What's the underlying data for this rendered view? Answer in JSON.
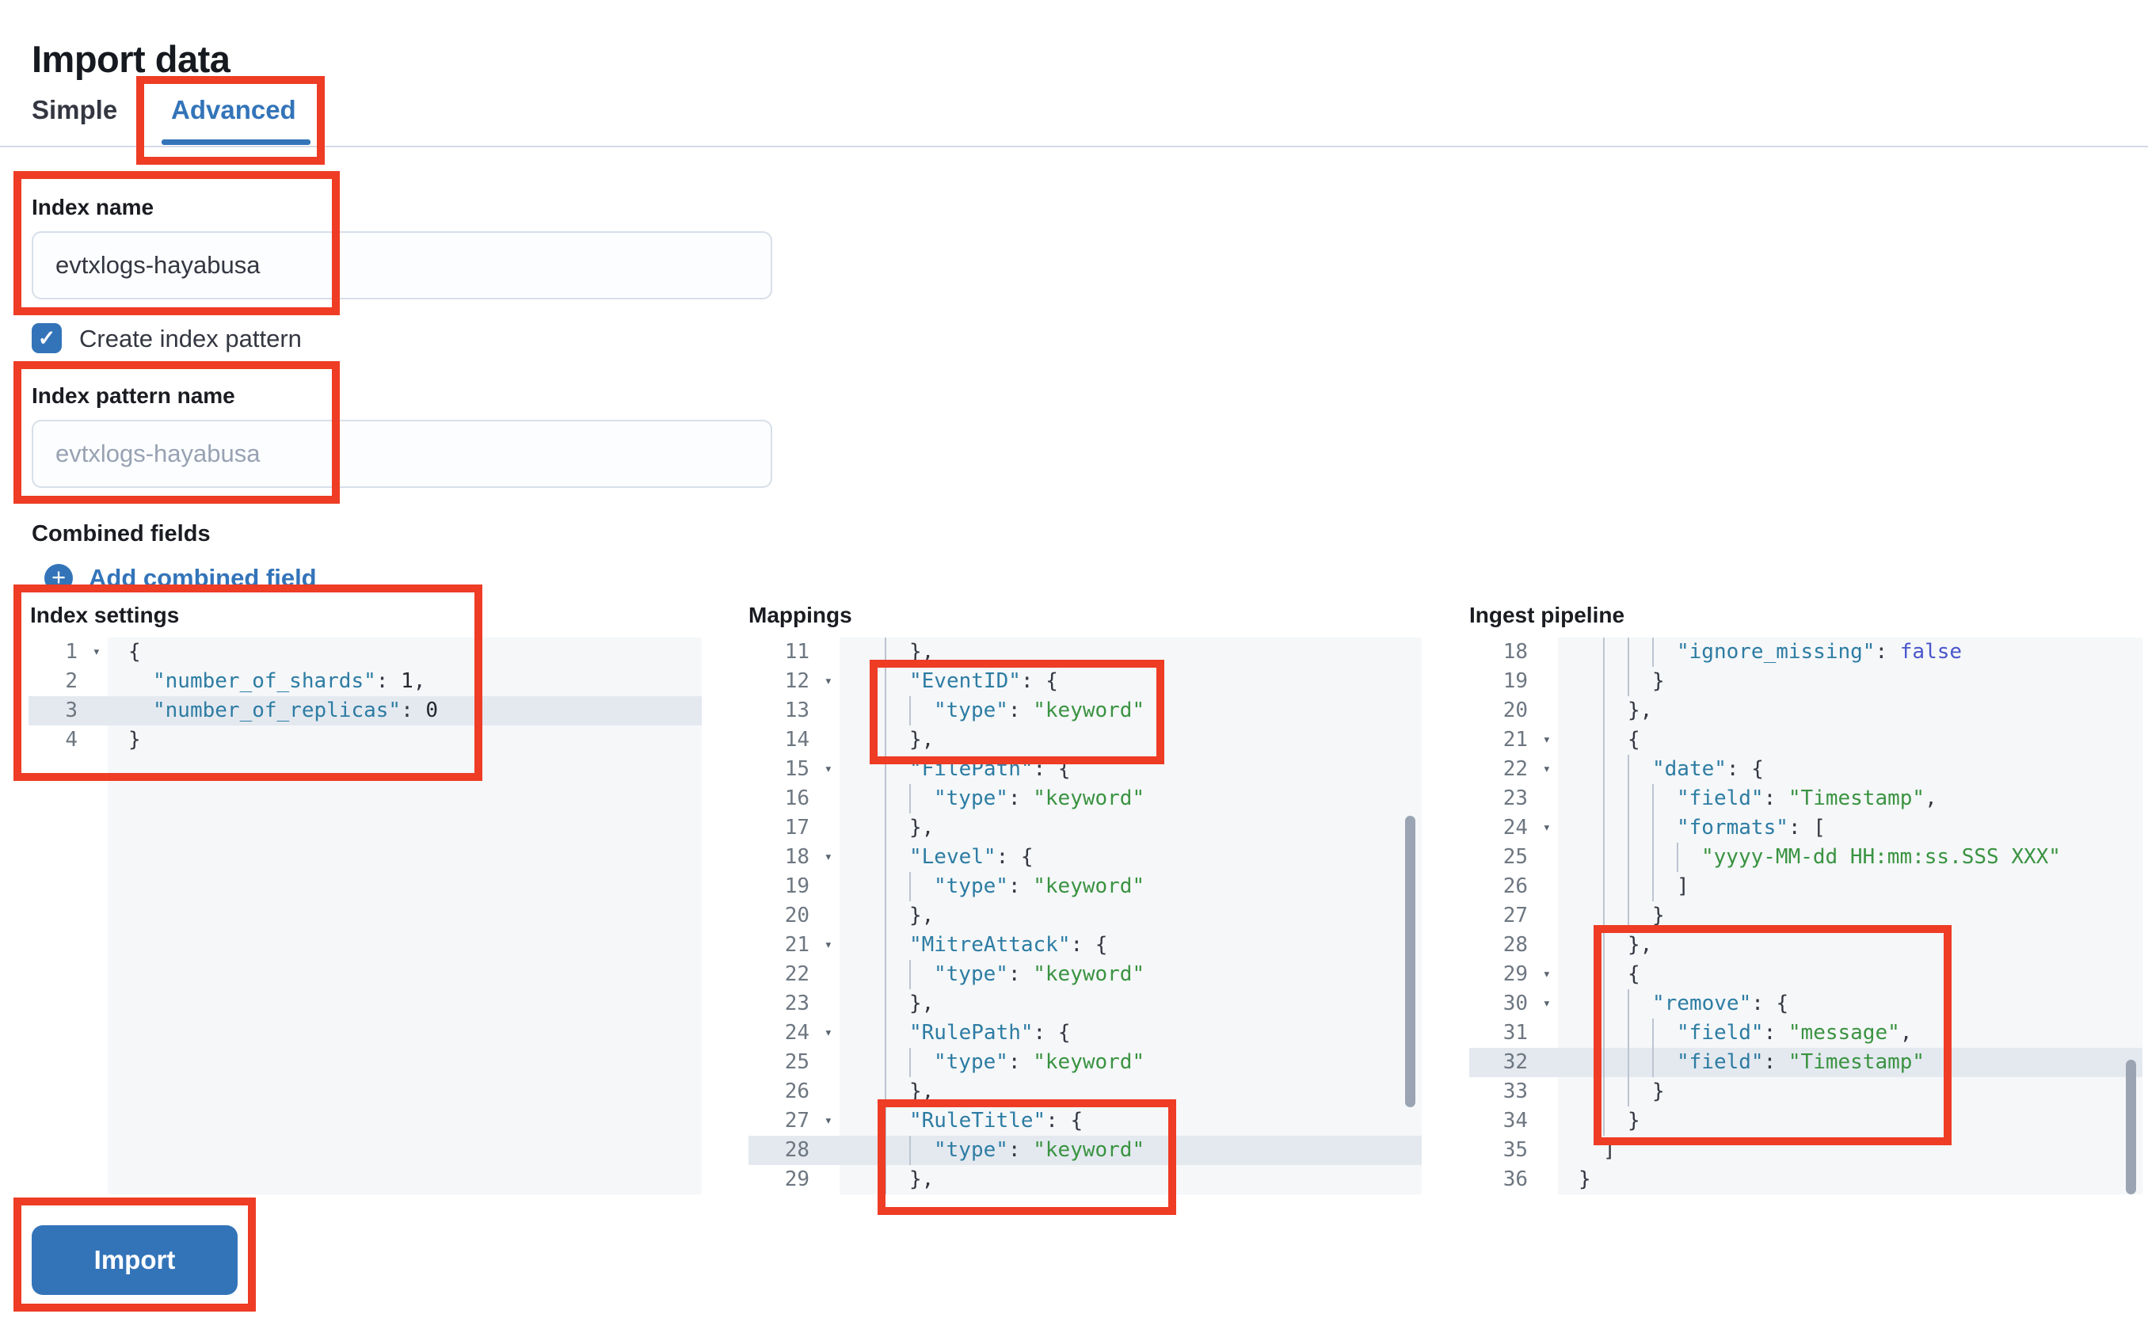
{
  "page": {
    "title": "Import data"
  },
  "tabs": [
    {
      "label": "Simple",
      "active": false
    },
    {
      "label": "Advanced",
      "active": true
    }
  ],
  "form": {
    "index_name": {
      "label": "Index name",
      "value": "evtxlogs-hayabusa"
    },
    "create_index_pattern": {
      "label": "Create index pattern",
      "checked": true,
      "check_glyph": "✓"
    },
    "index_pattern_name": {
      "label": "Index pattern name",
      "placeholder": "evtxlogs-hayabusa"
    },
    "combined_fields": {
      "label": "Combined fields",
      "add_link": "Add combined field",
      "add_icon": "+"
    },
    "import_button": "Import"
  },
  "colors": {
    "primary": "#3374b9",
    "annotation": "#ee3c25",
    "editor_background": "#f5f7f9",
    "highlight_row": "#e4e9f0",
    "json_key": "#2d7ca3",
    "json_string": "#3a9341",
    "json_bool": "#4a55cb"
  },
  "editors": [
    {
      "id": "index-settings",
      "label": "Index settings",
      "lines": [
        {
          "n": 1,
          "fold": true,
          "d": 0,
          "t": [
            [
              "pun",
              "{"
            ]
          ]
        },
        {
          "n": 2,
          "d": 1,
          "t": [
            [
              "key",
              "\"number_of_shards\""
            ],
            [
              "pun",
              ": "
            ],
            [
              "num",
              "1"
            ],
            [
              "pun",
              ","
            ]
          ]
        },
        {
          "n": 3,
          "d": 1,
          "hl": true,
          "t": [
            [
              "key",
              "\"number_of_replicas\""
            ],
            [
              "pun",
              ": "
            ],
            [
              "num",
              "0"
            ]
          ]
        },
        {
          "n": 4,
          "d": 0,
          "t": [
            [
              "pun",
              "}"
            ]
          ]
        }
      ]
    },
    {
      "id": "mappings",
      "label": "Mappings",
      "lines": [
        {
          "n": 11,
          "d": 2,
          "t": [
            [
              "pun",
              "},"
            ]
          ]
        },
        {
          "n": 12,
          "fold": true,
          "d": 2,
          "t": [
            [
              "key",
              "\"EventID\""
            ],
            [
              "pun",
              ": {"
            ]
          ]
        },
        {
          "n": 13,
          "d": 3,
          "t": [
            [
              "key",
              "\"type\""
            ],
            [
              "pun",
              ": "
            ],
            [
              "str",
              "\"keyword\""
            ]
          ]
        },
        {
          "n": 14,
          "d": 2,
          "t": [
            [
              "pun",
              "},"
            ]
          ]
        },
        {
          "n": 15,
          "fold": true,
          "d": 2,
          "t": [
            [
              "key",
              "\"FilePath\""
            ],
            [
              "pun",
              ": {"
            ]
          ]
        },
        {
          "n": 16,
          "d": 3,
          "t": [
            [
              "key",
              "\"type\""
            ],
            [
              "pun",
              ": "
            ],
            [
              "str",
              "\"keyword\""
            ]
          ]
        },
        {
          "n": 17,
          "d": 2,
          "t": [
            [
              "pun",
              "},"
            ]
          ]
        },
        {
          "n": 18,
          "fold": true,
          "d": 2,
          "t": [
            [
              "key",
              "\"Level\""
            ],
            [
              "pun",
              ": {"
            ]
          ]
        },
        {
          "n": 19,
          "d": 3,
          "t": [
            [
              "key",
              "\"type\""
            ],
            [
              "pun",
              ": "
            ],
            [
              "str",
              "\"keyword\""
            ]
          ]
        },
        {
          "n": 20,
          "d": 2,
          "t": [
            [
              "pun",
              "},"
            ]
          ]
        },
        {
          "n": 21,
          "fold": true,
          "d": 2,
          "t": [
            [
              "key",
              "\"MitreAttack\""
            ],
            [
              "pun",
              ": {"
            ]
          ]
        },
        {
          "n": 22,
          "d": 3,
          "t": [
            [
              "key",
              "\"type\""
            ],
            [
              "pun",
              ": "
            ],
            [
              "str",
              "\"keyword\""
            ]
          ]
        },
        {
          "n": 23,
          "d": 2,
          "t": [
            [
              "pun",
              "},"
            ]
          ]
        },
        {
          "n": 24,
          "fold": true,
          "d": 2,
          "t": [
            [
              "key",
              "\"RulePath\""
            ],
            [
              "pun",
              ": {"
            ]
          ]
        },
        {
          "n": 25,
          "d": 3,
          "t": [
            [
              "key",
              "\"type\""
            ],
            [
              "pun",
              ": "
            ],
            [
              "str",
              "\"keyword\""
            ]
          ]
        },
        {
          "n": 26,
          "d": 2,
          "t": [
            [
              "pun",
              "},"
            ]
          ]
        },
        {
          "n": 27,
          "fold": true,
          "d": 2,
          "t": [
            [
              "key",
              "\"RuleTitle\""
            ],
            [
              "pun",
              ": {"
            ]
          ]
        },
        {
          "n": 28,
          "d": 3,
          "hl": true,
          "t": [
            [
              "key",
              "\"type\""
            ],
            [
              "pun",
              ": "
            ],
            [
              "str",
              "\"keyword\""
            ]
          ]
        },
        {
          "n": 29,
          "d": 2,
          "t": [
            [
              "pun",
              "},"
            ]
          ]
        }
      ]
    },
    {
      "id": "ingest-pipeline",
      "label": "Ingest pipeline",
      "lines": [
        {
          "n": 18,
          "d": 4,
          "t": [
            [
              "key",
              "\"ignore_missing\""
            ],
            [
              "pun",
              ": "
            ],
            [
              "bool",
              "false"
            ]
          ]
        },
        {
          "n": 19,
          "d": 3,
          "t": [
            [
              "pun",
              "}"
            ]
          ]
        },
        {
          "n": 20,
          "d": 2,
          "t": [
            [
              "pun",
              "},"
            ]
          ]
        },
        {
          "n": 21,
          "fold": true,
          "d": 2,
          "t": [
            [
              "pun",
              "{"
            ]
          ]
        },
        {
          "n": 22,
          "fold": true,
          "d": 3,
          "t": [
            [
              "key",
              "\"date\""
            ],
            [
              "pun",
              ": {"
            ]
          ]
        },
        {
          "n": 23,
          "d": 4,
          "t": [
            [
              "key",
              "\"field\""
            ],
            [
              "pun",
              ": "
            ],
            [
              "str",
              "\"Timestamp\""
            ],
            [
              "pun",
              ","
            ]
          ]
        },
        {
          "n": 24,
          "fold": true,
          "d": 4,
          "t": [
            [
              "key",
              "\"formats\""
            ],
            [
              "pun",
              ": ["
            ]
          ]
        },
        {
          "n": 25,
          "d": 5,
          "t": [
            [
              "str",
              "\"yyyy-MM-dd HH:mm:ss.SSS XXX\""
            ]
          ]
        },
        {
          "n": 26,
          "d": 4,
          "t": [
            [
              "pun",
              "]"
            ]
          ]
        },
        {
          "n": 27,
          "d": 3,
          "t": [
            [
              "pun",
              "}"
            ]
          ]
        },
        {
          "n": 28,
          "d": 2,
          "t": [
            [
              "pun",
              "},"
            ]
          ]
        },
        {
          "n": 29,
          "fold": true,
          "d": 2,
          "t": [
            [
              "pun",
              "{"
            ]
          ]
        },
        {
          "n": 30,
          "fold": true,
          "d": 3,
          "t": [
            [
              "key",
              "\"remove\""
            ],
            [
              "pun",
              ": {"
            ]
          ]
        },
        {
          "n": 31,
          "d": 4,
          "t": [
            [
              "key",
              "\"field\""
            ],
            [
              "pun",
              ": "
            ],
            [
              "str",
              "\"message\""
            ],
            [
              "pun",
              ","
            ]
          ]
        },
        {
          "n": 32,
          "d": 4,
          "hl": true,
          "t": [
            [
              "key",
              "\"field\""
            ],
            [
              "pun",
              ": "
            ],
            [
              "str",
              "\"Timestamp\""
            ]
          ]
        },
        {
          "n": 33,
          "d": 3,
          "t": [
            [
              "pun",
              "}"
            ]
          ]
        },
        {
          "n": 34,
          "d": 2,
          "t": [
            [
              "pun",
              "}"
            ]
          ]
        },
        {
          "n": 35,
          "d": 1,
          "t": [
            [
              "pun",
              "]"
            ]
          ]
        },
        {
          "n": 36,
          "d": 0,
          "t": [
            [
              "pun",
              "}"
            ]
          ]
        }
      ]
    }
  ]
}
